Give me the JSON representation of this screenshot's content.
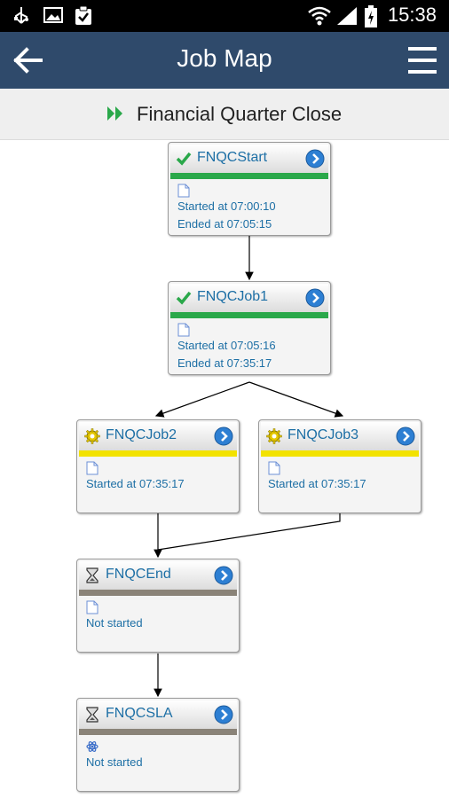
{
  "status_bar": {
    "time": "15:38"
  },
  "header": {
    "title": "Job Map"
  },
  "subheader": {
    "label": "Financial Quarter Close"
  },
  "colors": {
    "done": "#2aa84a",
    "running": "#f2e200",
    "waiting": "#8a8378",
    "link": "#1d6fa5",
    "header_bg": "#2f4a6b"
  },
  "jobs": [
    {
      "name": "FNQCStart",
      "status": "done",
      "icon": "check-icon",
      "line1": "Started at 07:00:10",
      "line2": "Ended at 07:05:15"
    },
    {
      "name": "FNQCJob1",
      "status": "done",
      "icon": "check-icon",
      "line1": "Started at 07:05:16",
      "line2": "Ended at 07:35:17"
    },
    {
      "name": "FNQCJob2",
      "status": "running",
      "icon": "gear-icon",
      "line1": "Started at 07:35:17",
      "line2": ""
    },
    {
      "name": "FNQCJob3",
      "status": "running",
      "icon": "gear-icon",
      "line1": "Started at 07:35:17",
      "line2": ""
    },
    {
      "name": "FNQCEnd",
      "status": "waiting",
      "icon": "hourglass-icon",
      "line1": "Not started",
      "line2": ""
    },
    {
      "name": "FNQCSLA",
      "status": "waiting",
      "icon": "hourglass-icon",
      "line1": "Not started",
      "line2": ""
    }
  ]
}
